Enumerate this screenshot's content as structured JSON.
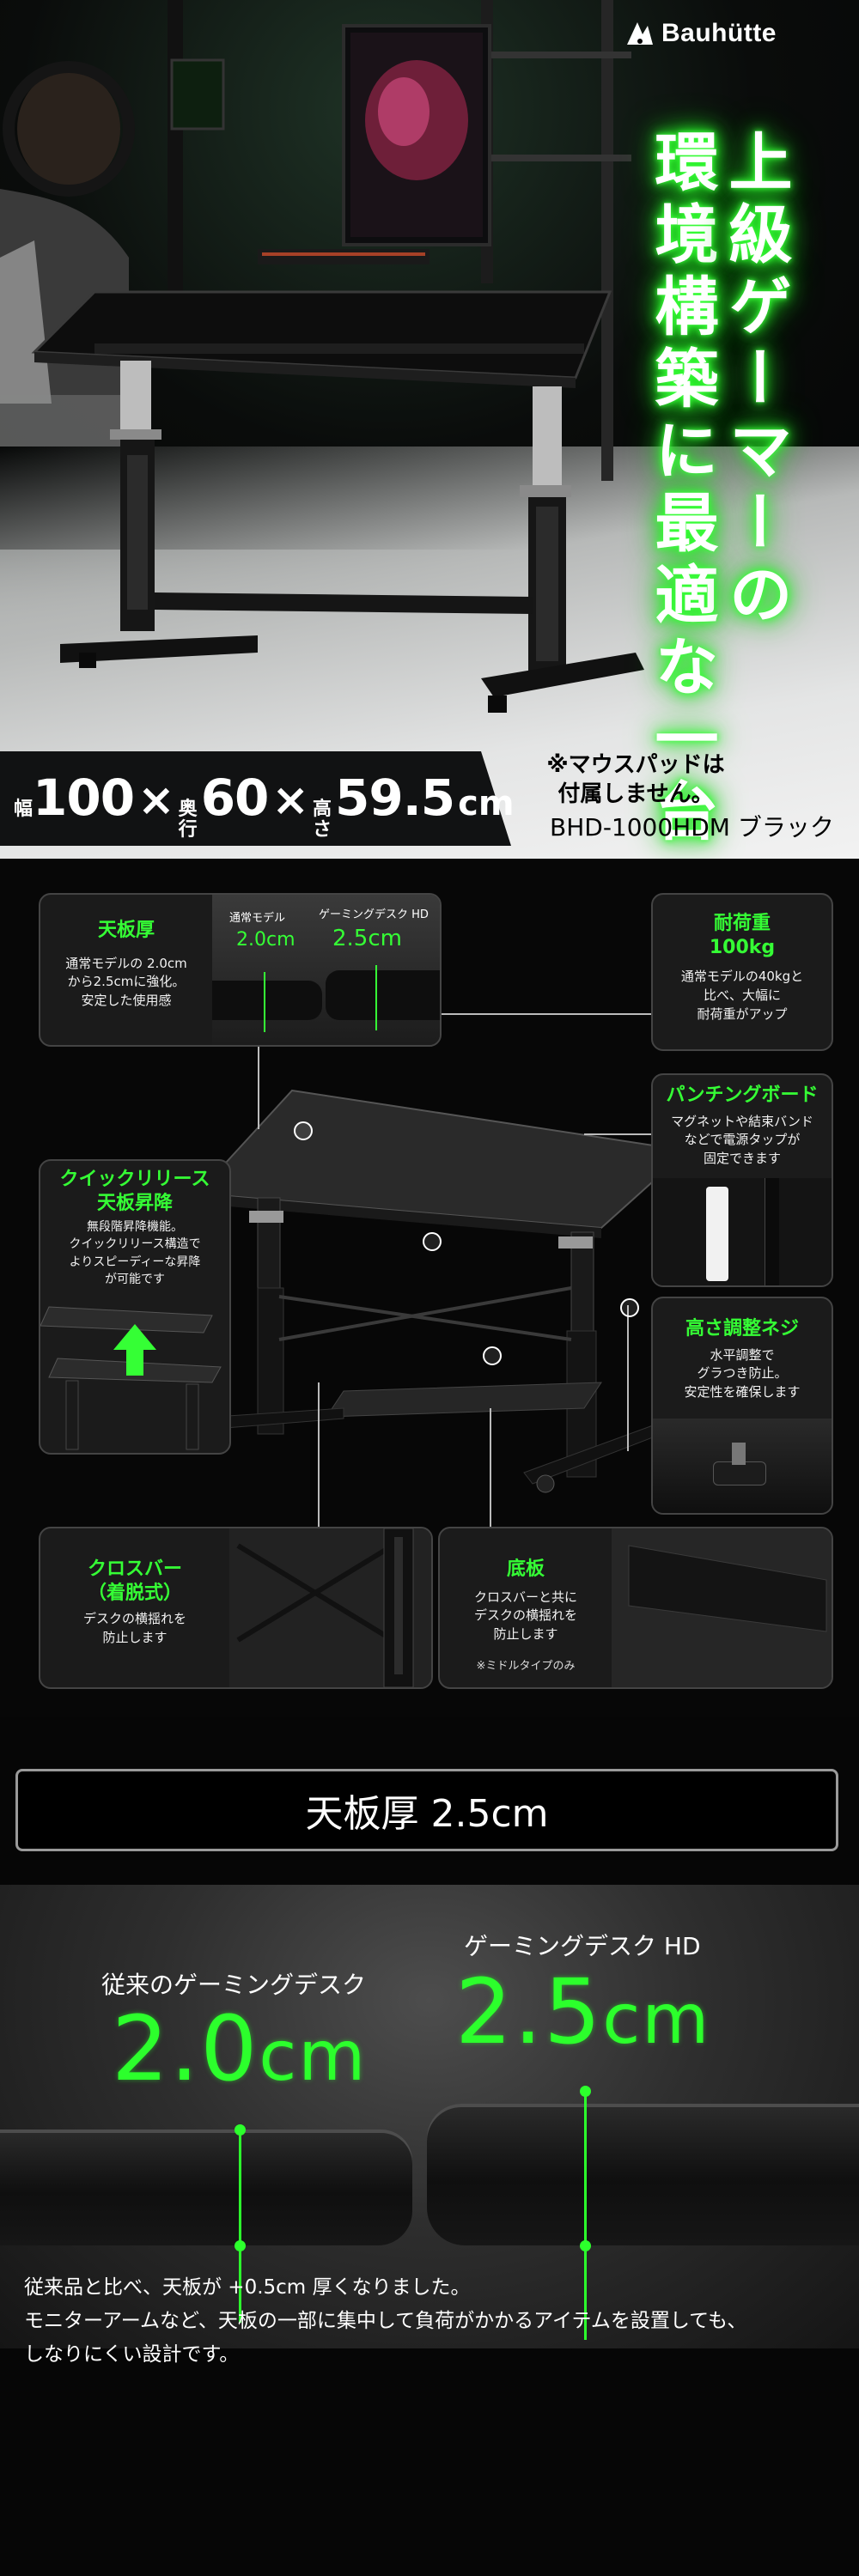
{
  "brand": {
    "name": "Bauhütte"
  },
  "hero": {
    "tagline_lines": [
      "上級ゲーマーの",
      "環境構築に最適な一台"
    ],
    "dimensions": {
      "width_label": "幅",
      "width_value": "100",
      "times": "×",
      "depth_label_top": "奥",
      "depth_label_bottom": "行",
      "depth_value": "60",
      "height_label_top": "高",
      "height_label_bottom": "さ",
      "height_value": "59.5",
      "unit": "cm"
    },
    "note_line1": "※マウスパッドは",
    "note_line2": "付属しません。",
    "model": "BHD-1000HDM ブラック"
  },
  "features": {
    "top_thickness": {
      "title": "天板厚",
      "body": "通常モデルの 2.0cm\nから2.5cmに強化。\n安定した使用感",
      "normal_label": "通常モデル",
      "normal_value": "2.0cm",
      "gaming_label": "ゲーミングデスク HD",
      "gaming_value": "2.5cm"
    },
    "load": {
      "title": "耐荷重",
      "value": "100kg",
      "body": "通常モデルの40kgと\n比べ、大幅に\n耐荷重がアップ"
    },
    "punching": {
      "title": "パンチングボード",
      "body": "マグネットや結束バンド\nなどで電源タップが\n固定できます"
    },
    "quick": {
      "title_line1": "クイックリリース",
      "title_line2": "天板昇降",
      "body": "無段階昇降機能。\nクイックリリース構造で\nよりスピーディーな昇降\nが可能です"
    },
    "adjuster": {
      "title": "高さ調整ネジ",
      "body": "水平調整で\nグラつき防止。\n安定性を確保します"
    },
    "crossbar": {
      "title_line1": "クロスバー",
      "title_line2": "（着脱式）",
      "body": "デスクの横揺れを\n防止します"
    },
    "bottom": {
      "title": "底板",
      "body": "クロスバーと共に\nデスクの横揺れを\n防止します",
      "note": "※ミドルタイプのみ"
    }
  },
  "thickness": {
    "banner": "天板厚 2.5cm",
    "old_label": "従来のゲーミングデスク",
    "old_value": "2.0",
    "old_unit": "cm",
    "new_label": "ゲーミングデスク HD",
    "new_value": "2.5",
    "new_unit": "cm",
    "desc_line1": "従来品と比べ、天板が +0.5cm 厚くなりました。",
    "desc_line2": "モニターアームなど、天板の一部に集中して負荷がかかるアイテムを設置しても、",
    "desc_line3": "しなりにくい設計です。"
  },
  "colors": {
    "accent_green": "#2cff2c",
    "bg": "#070707",
    "card": "#1b1b1b"
  }
}
